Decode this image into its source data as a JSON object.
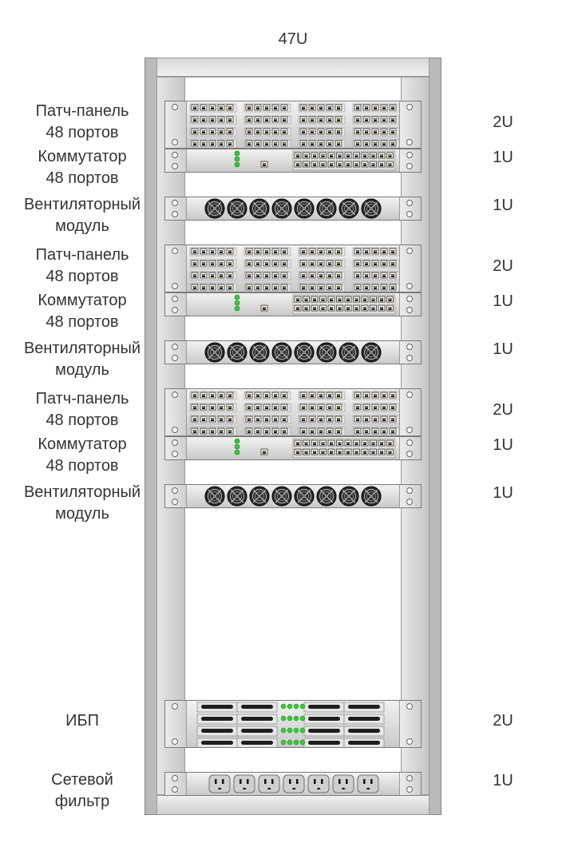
{
  "rack": {
    "title": "47U"
  },
  "units": [
    {
      "kind": "patch",
      "label": "Патч-панель\n48 портов",
      "size": "2U"
    },
    {
      "kind": "switch",
      "label": "Коммутатор\n48 портов",
      "size": "1U"
    },
    {
      "kind": "fan",
      "label": "Вентиляторный\nмодуль",
      "size": "1U"
    },
    {
      "kind": "patch",
      "label": "Патч-панель\n48 портов",
      "size": "2U"
    },
    {
      "kind": "switch",
      "label": "Коммутатор\n48 портов",
      "size": "1U"
    },
    {
      "kind": "fan",
      "label": "Вентиляторный\nмодуль",
      "size": "1U"
    },
    {
      "kind": "patch",
      "label": "Патч-панель\n48 портов",
      "size": "2U"
    },
    {
      "kind": "switch",
      "label": "Коммутатор\n48 портов",
      "size": "1U"
    },
    {
      "kind": "fan",
      "label": "Вентиляторный\nмодуль",
      "size": "1U"
    },
    {
      "kind": "ups",
      "label": "ИБП",
      "size": "2U"
    },
    {
      "kind": "pdu",
      "label": "Сетевой\nфильтр",
      "size": "1U"
    }
  ],
  "colors": {
    "led": "#33cc33",
    "port_gold": "#d4c05a",
    "fan": "#2b2b2b",
    "outlet": "#cfcfcf"
  }
}
